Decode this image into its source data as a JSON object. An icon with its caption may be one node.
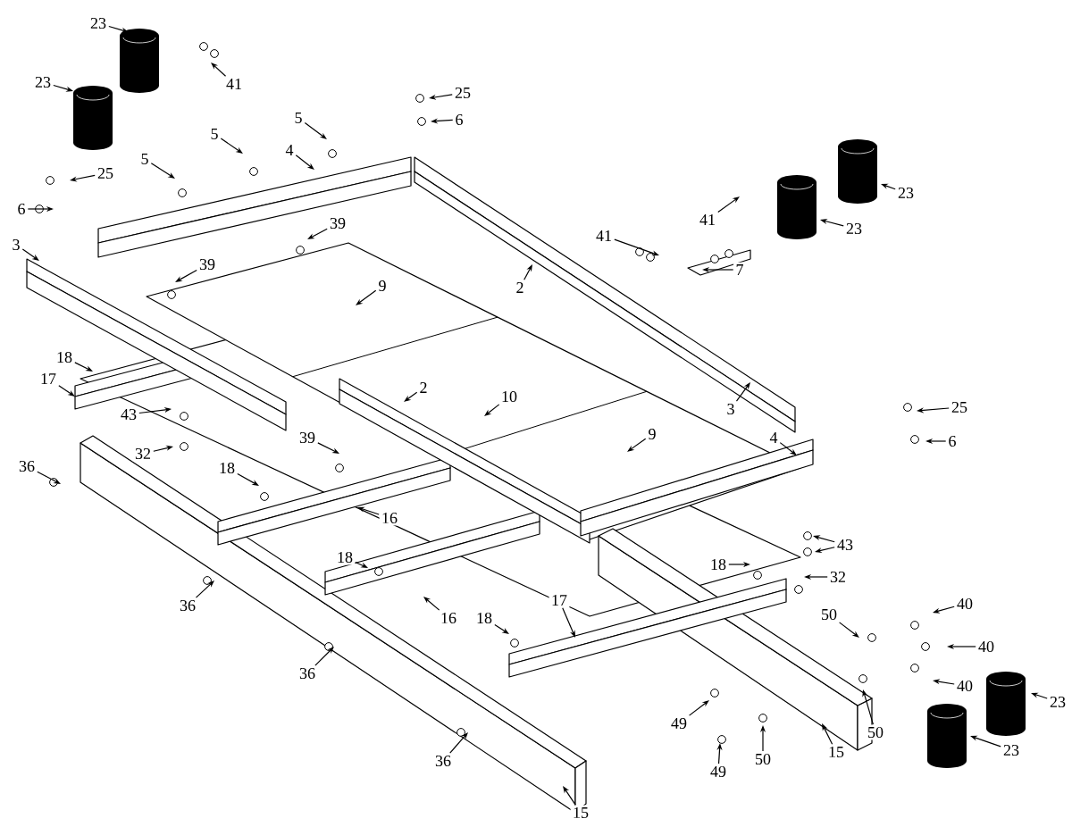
{
  "diagram": {
    "nodes": [
      {
        "text": [
          "23"
        ]
      },
      {
        "text": [
          "41"
        ]
      },
      {
        "text": [
          "23"
        ]
      },
      {
        "text": [
          "25"
        ]
      },
      {
        "text": [
          "6"
        ]
      },
      {
        "text": [
          "5"
        ]
      },
      {
        "text": [
          "5"
        ]
      },
      {
        "text": [
          "4"
        ]
      },
      {
        "text": [
          "5"
        ]
      },
      {
        "text": [
          "25"
        ]
      },
      {
        "text": [
          "6"
        ]
      },
      {
        "text": [
          "3"
        ]
      },
      {
        "text": [
          "39"
        ]
      },
      {
        "text": [
          "39"
        ]
      },
      {
        "text": [
          "9"
        ]
      },
      {
        "text": [
          "2"
        ]
      },
      {
        "text": [
          "41"
        ]
      },
      {
        "text": [
          "23"
        ]
      },
      {
        "text": [
          "23"
        ]
      },
      {
        "text": [
          "41"
        ]
      },
      {
        "text": [
          "7"
        ]
      },
      {
        "text": [
          "3"
        ]
      },
      {
        "text": [
          "25"
        ]
      },
      {
        "text": [
          "6"
        ]
      },
      {
        "text": [
          "2"
        ]
      },
      {
        "text": [
          "10"
        ]
      },
      {
        "text": [
          "9"
        ]
      },
      {
        "text": [
          "4"
        ]
      },
      {
        "text": [
          "18"
        ]
      },
      {
        "text": [
          "17"
        ]
      },
      {
        "text": [
          "43"
        ]
      },
      {
        "text": [
          "32"
        ]
      },
      {
        "text": [
          "36"
        ]
      },
      {
        "text": [
          "39"
        ]
      },
      {
        "text": [
          "18"
        ]
      },
      {
        "text": [
          "16"
        ]
      },
      {
        "text": [
          "18"
        ]
      },
      {
        "text": [
          "36"
        ]
      },
      {
        "text": [
          "16"
        ]
      },
      {
        "text": [
          "18"
        ]
      },
      {
        "text": [
          "36"
        ]
      },
      {
        "text": [
          "17"
        ]
      },
      {
        "text": [
          "18"
        ]
      },
      {
        "text": [
          "43"
        ]
      },
      {
        "text": [
          "32"
        ]
      },
      {
        "text": [
          "36"
        ]
      },
      {
        "text": [
          "50"
        ]
      },
      {
        "text": [
          "40"
        ]
      },
      {
        "text": [
          "40"
        ]
      },
      {
        "text": [
          "40"
        ]
      },
      {
        "text": [
          "49"
        ]
      },
      {
        "text": [
          "50"
        ]
      },
      {
        "text": [
          "15"
        ]
      },
      {
        "text": [
          "49"
        ]
      },
      {
        "text": [
          "50"
        ]
      },
      {
        "text": [
          "23"
        ]
      },
      {
        "text": [
          "23"
        ]
      },
      {
        "text": [
          "15"
        ]
      }
    ],
    "edges": [
      {
        "from": 0,
        "to": null,
        "arrow": "to"
      },
      {
        "from": 1,
        "to": null,
        "arrow": "to"
      },
      {
        "from": 2,
        "to": null,
        "arrow": "to"
      },
      {
        "from": 3,
        "to": null,
        "arrow": "to"
      },
      {
        "from": 4,
        "to": null,
        "arrow": "to"
      },
      {
        "from": 5,
        "to": null,
        "arrow": "to"
      },
      {
        "from": 6,
        "to": null,
        "arrow": "to"
      },
      {
        "from": 7,
        "to": null,
        "arrow": "to"
      },
      {
        "from": 8,
        "to": null,
        "arrow": "to"
      },
      {
        "from": 9,
        "to": null,
        "arrow": "to"
      },
      {
        "from": 10,
        "to": null,
        "arrow": "to"
      },
      {
        "from": 11,
        "to": null,
        "arrow": "to"
      },
      {
        "from": 12,
        "to": null,
        "arrow": "to"
      },
      {
        "from": 13,
        "to": null,
        "arrow": "to"
      },
      {
        "from": 14,
        "to": null,
        "arrow": "to"
      },
      {
        "from": 15,
        "to": null,
        "arrow": "to"
      },
      {
        "from": 16,
        "to": null,
        "arrow": "to"
      },
      {
        "from": 17,
        "to": null,
        "arrow": "to"
      },
      {
        "from": 18,
        "to": null,
        "arrow": "to"
      },
      {
        "from": 19,
        "to": null,
        "arrow": "to"
      },
      {
        "from": 20,
        "to": null,
        "arrow": "to"
      },
      {
        "from": 21,
        "to": null,
        "arrow": "to"
      },
      {
        "from": 22,
        "to": null,
        "arrow": "to"
      },
      {
        "from": 23,
        "to": null,
        "arrow": "to"
      },
      {
        "from": 24,
        "to": null,
        "arrow": "to"
      },
      {
        "from": 25,
        "to": null,
        "arrow": "to"
      },
      {
        "from": 26,
        "to": null,
        "arrow": "to"
      },
      {
        "from": 27,
        "to": null,
        "arrow": "to"
      },
      {
        "from": 28,
        "to": null,
        "arrow": "to"
      },
      {
        "from": 29,
        "to": null,
        "arrow": "to"
      },
      {
        "from": 30,
        "to": null,
        "arrow": "to"
      },
      {
        "from": 31,
        "to": null,
        "arrow": "to"
      },
      {
        "from": 32,
        "to": null,
        "arrow": "to"
      },
      {
        "from": 33,
        "to": null,
        "arrow": "to"
      },
      {
        "from": 34,
        "to": null,
        "arrow": "to"
      },
      {
        "from": 35,
        "to": null,
        "arrow": "to"
      },
      {
        "from": 36,
        "to": null,
        "arrow": "to"
      },
      {
        "from": 37,
        "to": null,
        "arrow": "to"
      },
      {
        "from": 38,
        "to": null,
        "arrow": "to"
      },
      {
        "from": 39,
        "to": null,
        "arrow": "to"
      },
      {
        "from": 40,
        "to": null,
        "arrow": "to"
      },
      {
        "from": 41,
        "to": null,
        "arrow": "to"
      },
      {
        "from": 42,
        "to": null,
        "arrow": "to"
      },
      {
        "from": 43,
        "to": null,
        "arrow": "to"
      },
      {
        "from": 43,
        "to": null,
        "arrow": "to"
      },
      {
        "from": 44,
        "to": null,
        "arrow": "to"
      },
      {
        "from": 45,
        "to": null,
        "arrow": "to"
      },
      {
        "from": 46,
        "to": null,
        "arrow": "to"
      },
      {
        "from": 47,
        "to": null,
        "arrow": "to"
      },
      {
        "from": 48,
        "to": null,
        "arrow": "to"
      },
      {
        "from": 49,
        "to": null,
        "arrow": "to"
      },
      {
        "from": 50,
        "to": null,
        "arrow": "to"
      },
      {
        "from": 51,
        "to": null,
        "arrow": "to"
      },
      {
        "from": 52,
        "to": null,
        "arrow": "to"
      },
      {
        "from": 53,
        "to": null,
        "arrow": "to"
      },
      {
        "from": 54,
        "to": null,
        "arrow": "to"
      },
      {
        "from": 55,
        "to": null,
        "arrow": "to"
      },
      {
        "from": 56,
        "to": null,
        "arrow": "to"
      },
      {
        "from": 57,
        "to": null,
        "arrow": "to"
      }
    ]
  }
}
